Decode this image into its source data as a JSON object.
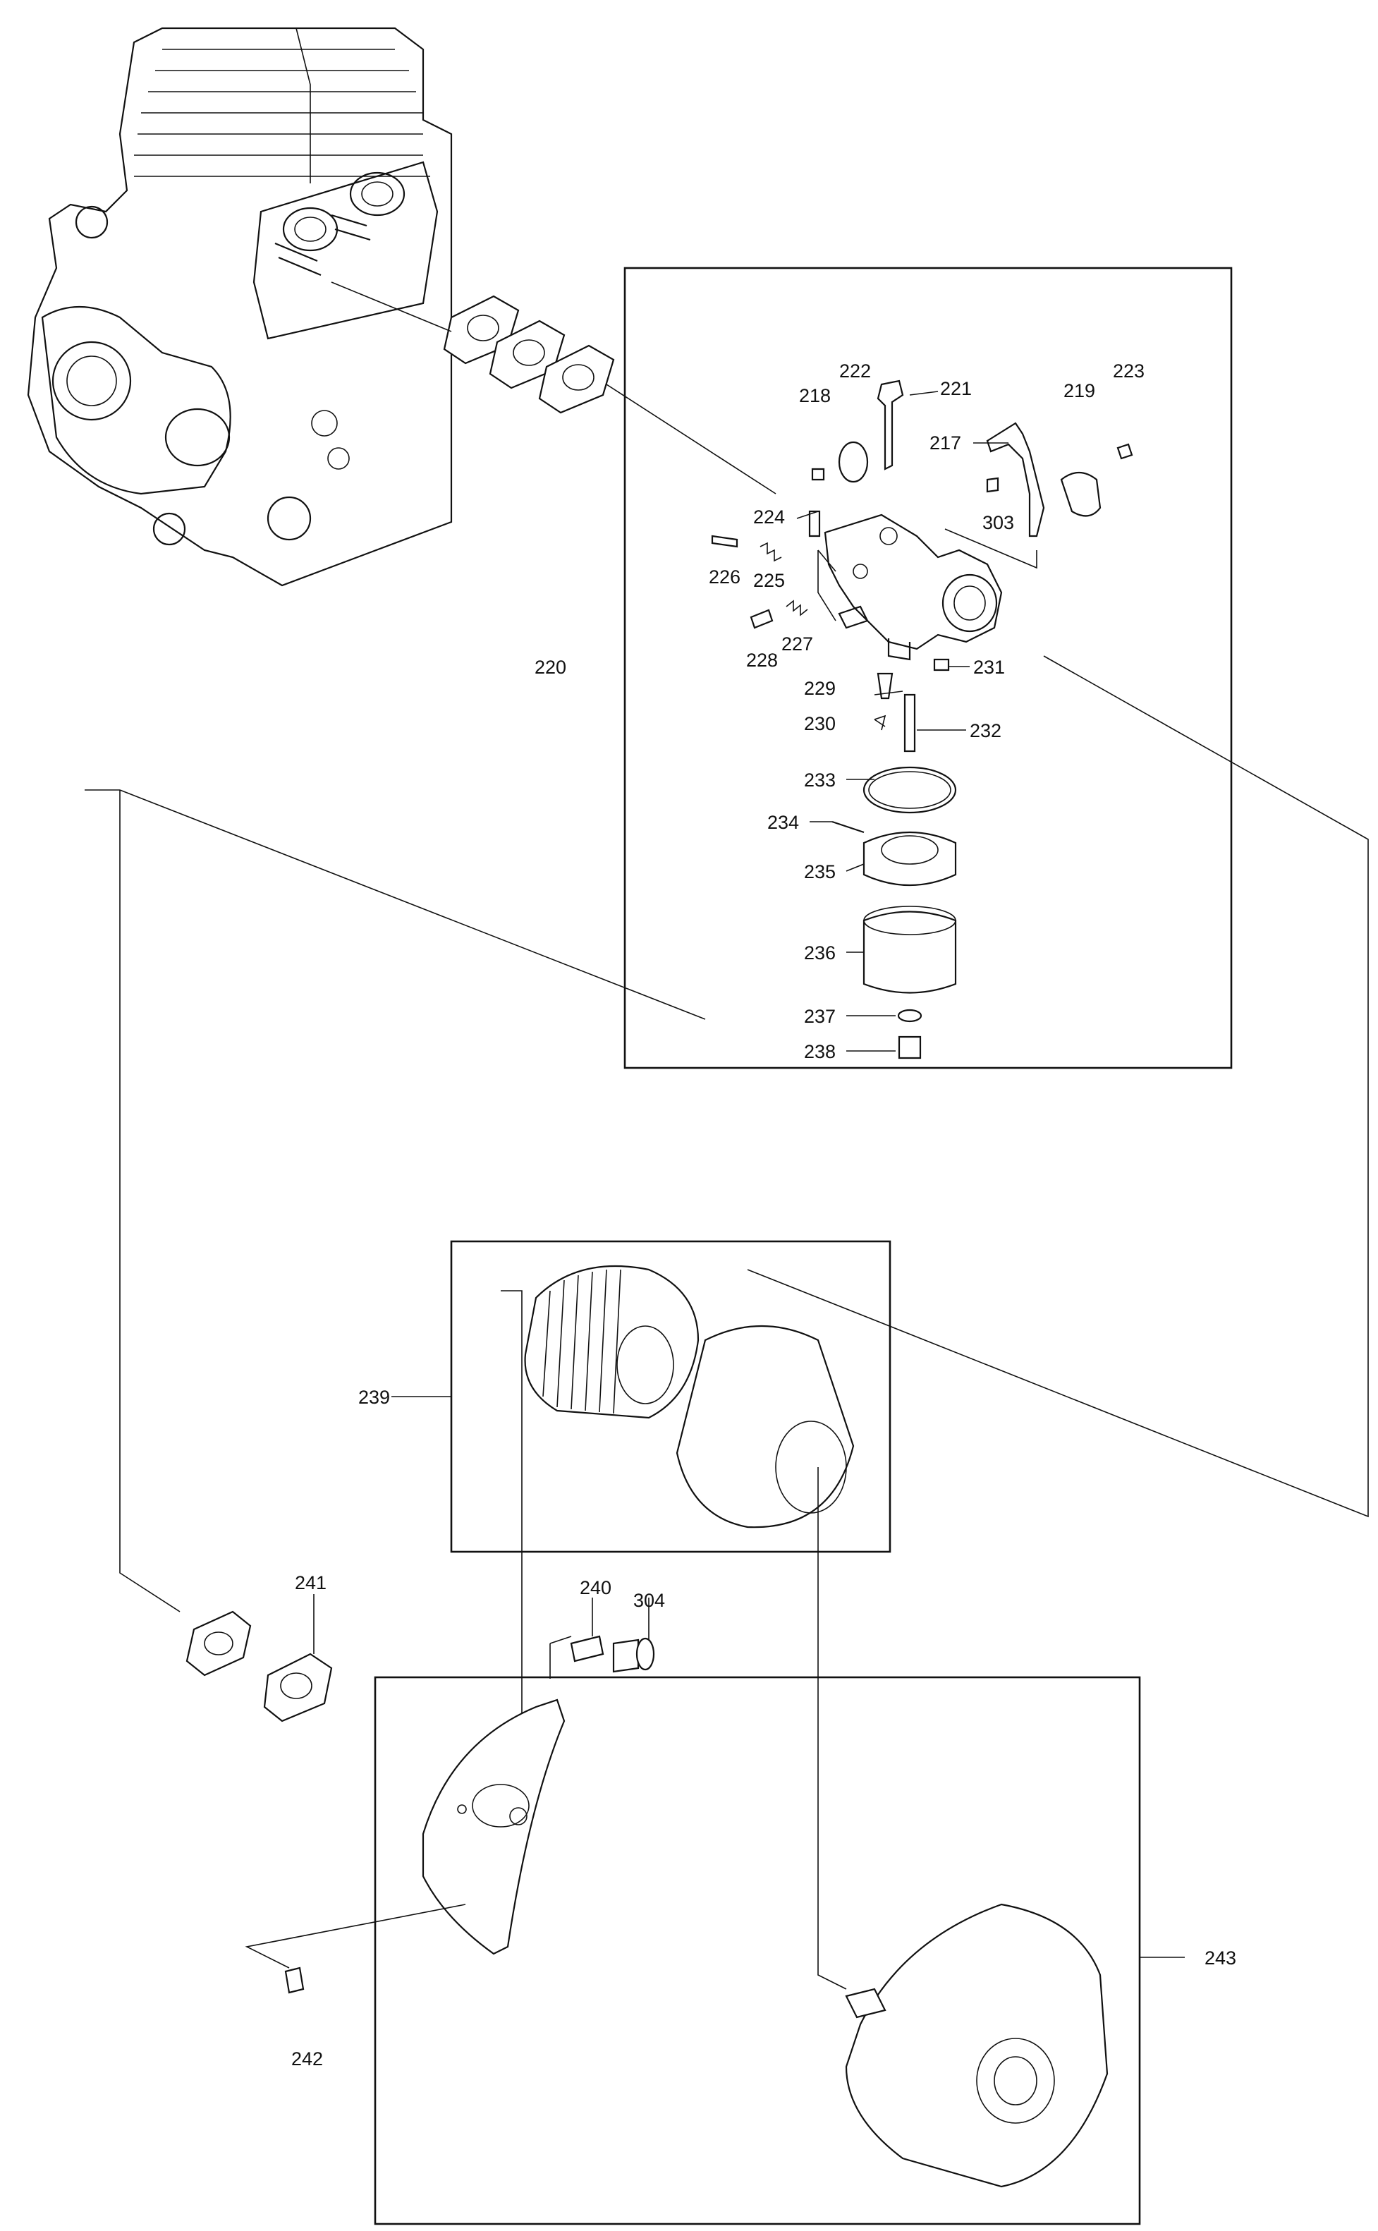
{
  "labels": {
    "p217": "217",
    "p218": "218",
    "p219": "219",
    "p220": "220",
    "p221": "221",
    "p222": "222",
    "p223": "223",
    "p224": "224",
    "p225": "225",
    "p226": "226",
    "p227": "227",
    "p228": "228",
    "p229": "229",
    "p230": "230",
    "p231": "231",
    "p232": "232",
    "p233": "233",
    "p234": "234",
    "p235": "235",
    "p236": "236",
    "p237": "237",
    "p238": "238",
    "p239": "239",
    "p240": "240",
    "p241": "241",
    "p242": "242",
    "p243": "243",
    "p303": "303",
    "p304": "304"
  }
}
